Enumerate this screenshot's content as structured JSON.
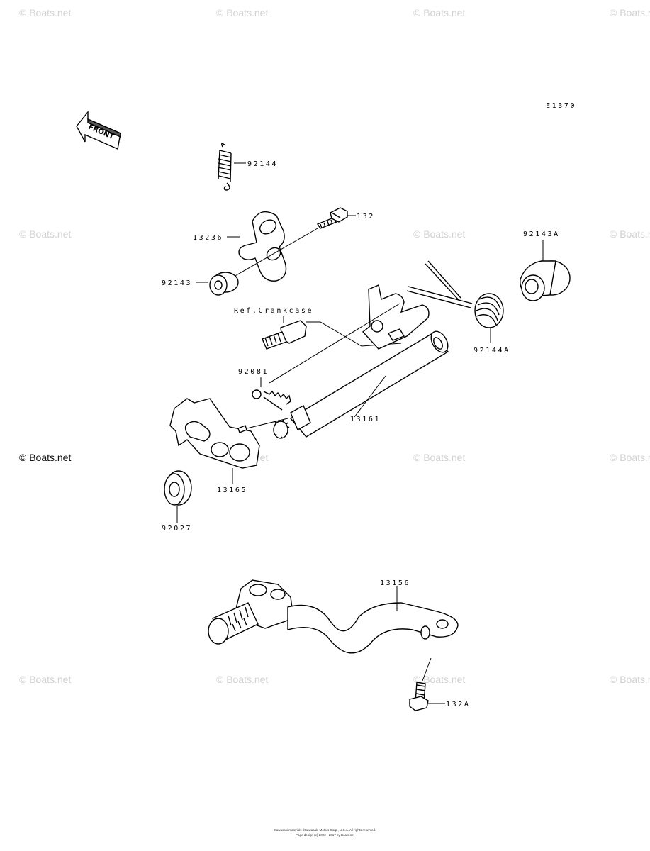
{
  "diagram_code": "E1370",
  "front_label": "FRONT",
  "reference_label": "Ref.Crankcase",
  "watermark_text": "© Boats.net",
  "parts": {
    "spring_top": "92144",
    "bolt_top": "132",
    "lever_plate": "13236",
    "collar_left": "92143",
    "collar_right": "92143A",
    "torsion_spring": "92144A",
    "pin": "92081",
    "shaft": "13161",
    "guide_plate": "13165",
    "seal": "92027",
    "pedal": "13156",
    "bolt_pedal": "132A"
  },
  "footer": {
    "line1": "Kawasaki materials ©Kawasaki Motors Corp., U.S.A. All rights reserved.",
    "line2": "Page design (c) 2002 - 2017 by Boats.net"
  }
}
